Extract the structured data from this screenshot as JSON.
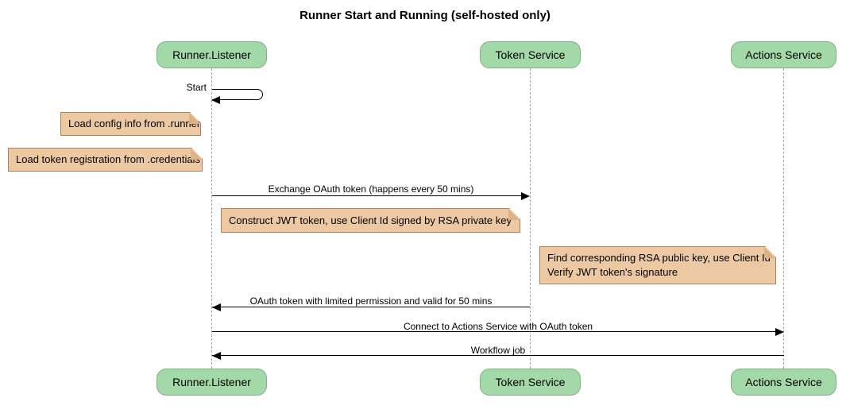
{
  "title": "Runner Start and Running (self-hosted only)",
  "actors": [
    {
      "label": "Runner.Listener"
    },
    {
      "label": "Token Service"
    },
    {
      "label": "Actions Service"
    }
  ],
  "messages": [
    {
      "text": "Start",
      "from": "Runner.Listener",
      "to": "Runner.Listener",
      "kind": "self"
    },
    {
      "text": "Exchange OAuth token (happens every 50 mins)",
      "from": "Runner.Listener",
      "to": "Token Service",
      "kind": "solid-right"
    },
    {
      "text": "OAuth token with limited permission and valid for 50 mins",
      "from": "Token Service",
      "to": "Runner.Listener",
      "kind": "solid-left"
    },
    {
      "text": "Connect to Actions Service with OAuth token",
      "from": "Runner.Listener",
      "to": "Actions Service",
      "kind": "solid-right"
    },
    {
      "text": "Workflow job",
      "from": "Actions Service",
      "to": "Runner.Listener",
      "kind": "solid-left"
    }
  ],
  "notes": [
    {
      "lines": [
        "Load config info from .runner"
      ]
    },
    {
      "lines": [
        "Load token registration from .credentials"
      ]
    },
    {
      "lines": [
        "Construct JWT token, use Client Id signed by RSA private key"
      ]
    },
    {
      "lines": [
        "Find corresponding RSA public key, use Client Id",
        "Verify JWT token's signature"
      ]
    }
  ],
  "colors": {
    "actor_fill": "#A3D8A8",
    "actor_border": "#84AF88",
    "note_fill": "#ECC9A3",
    "note_border": "#AE8353",
    "note_fold": "#DDB287",
    "lifeline": "#A7A7A7",
    "line": "#000000"
  }
}
